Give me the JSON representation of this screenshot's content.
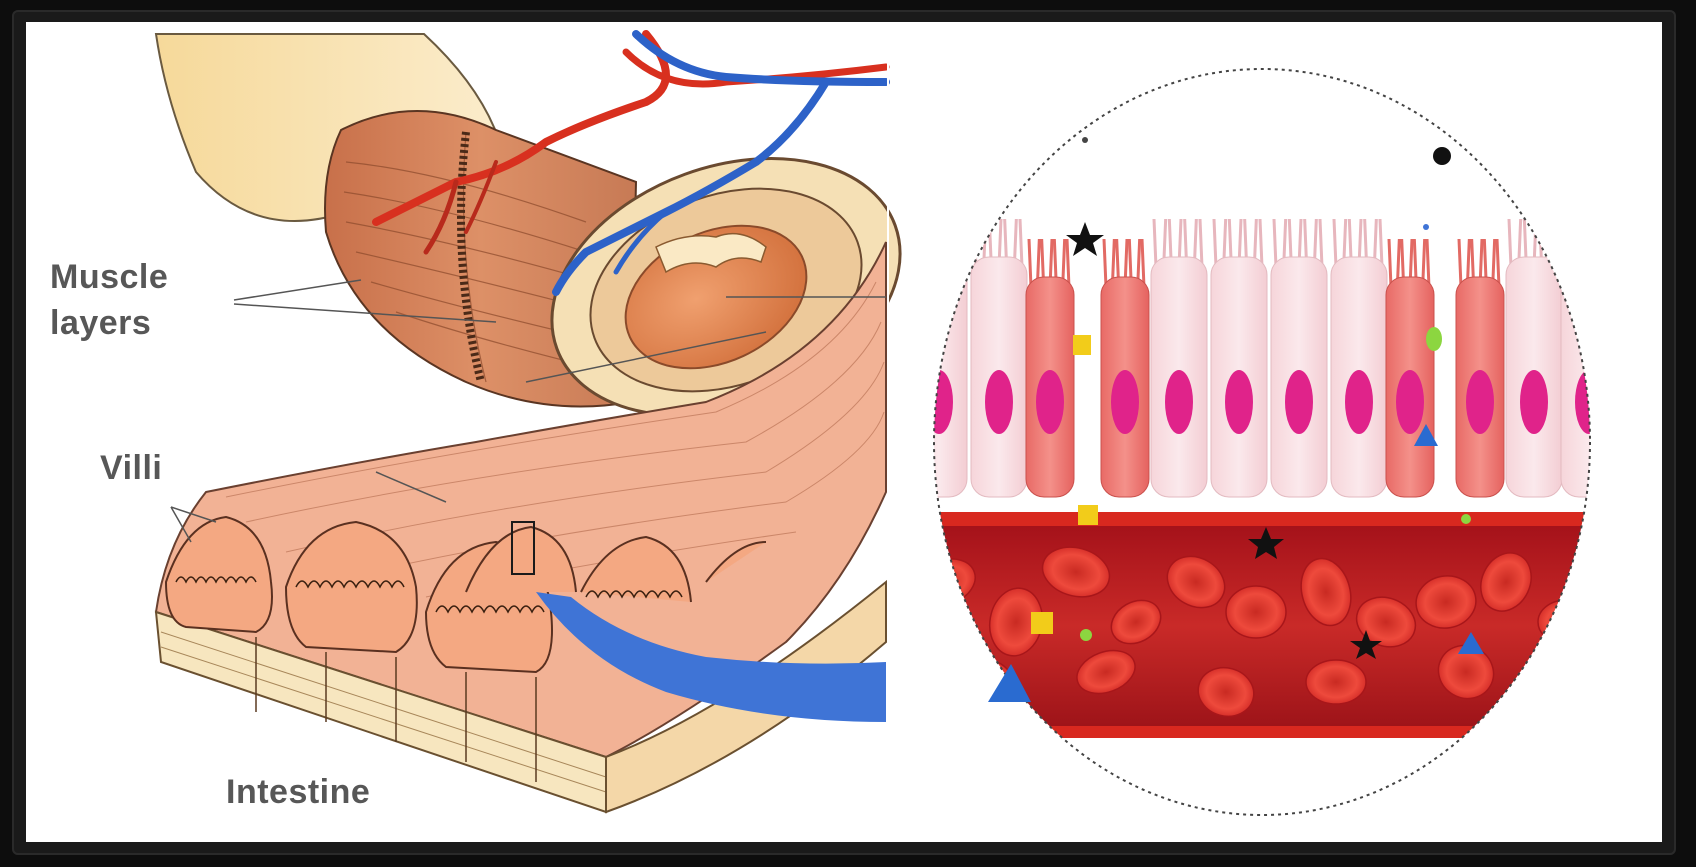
{
  "labels": {
    "muscle_layers_line1": "Muscle",
    "muscle_layers_line2": "layers",
    "villi": "Villi",
    "intestine": "Intestine"
  },
  "colors": {
    "artery": "#d8301f",
    "vein": "#2d62c8",
    "muscle": "#d5855d",
    "mucosa": "#f2a98c",
    "submucosa": "#f7e3b8",
    "cell_nucleus": "#e0238a",
    "blood_plasma": "#b8181e",
    "red_blood_cell": "#e2362c",
    "pointer_arrow": "#3f74d6"
  },
  "icons": [
    "star-marker",
    "square-marker",
    "triangle-marker",
    "dot-marker"
  ]
}
